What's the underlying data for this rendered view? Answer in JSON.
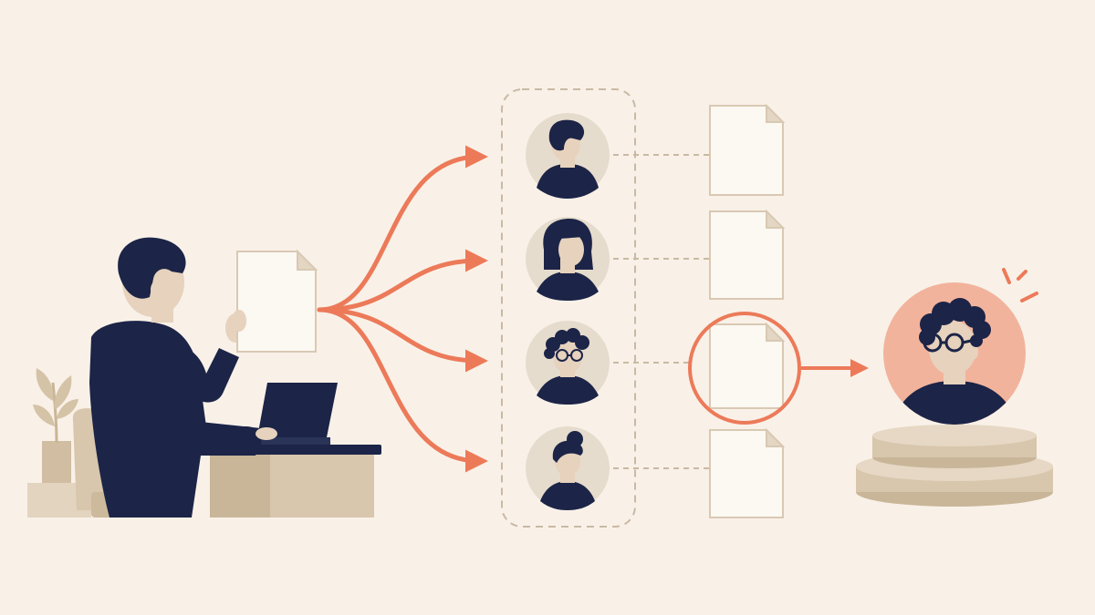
{
  "colors": {
    "background": "#f9f1e8",
    "navy": "#1c2447",
    "accent": "#ec7a59",
    "accent_soft": "#f2b39c",
    "paper": "#fcf8f2",
    "paper_edge": "#d9c9b3",
    "beige": "#d8c6ad",
    "beige_dark": "#c3ae90",
    "skin": "#e6d2bd",
    "avatar_bg": "#e6dccd"
  },
  "scene": {
    "sender": "person-at-desk",
    "candidates": [
      {
        "avatar": "man-short-hair",
        "selected": false
      },
      {
        "avatar": "woman-bob-hair",
        "selected": false
      },
      {
        "avatar": "person-curly-hair-glasses",
        "selected": true
      },
      {
        "avatar": "woman-hair-bun",
        "selected": false
      }
    ],
    "winner": {
      "avatar": "person-curly-hair-glasses",
      "on_podium": true,
      "highlighted": true
    }
  }
}
